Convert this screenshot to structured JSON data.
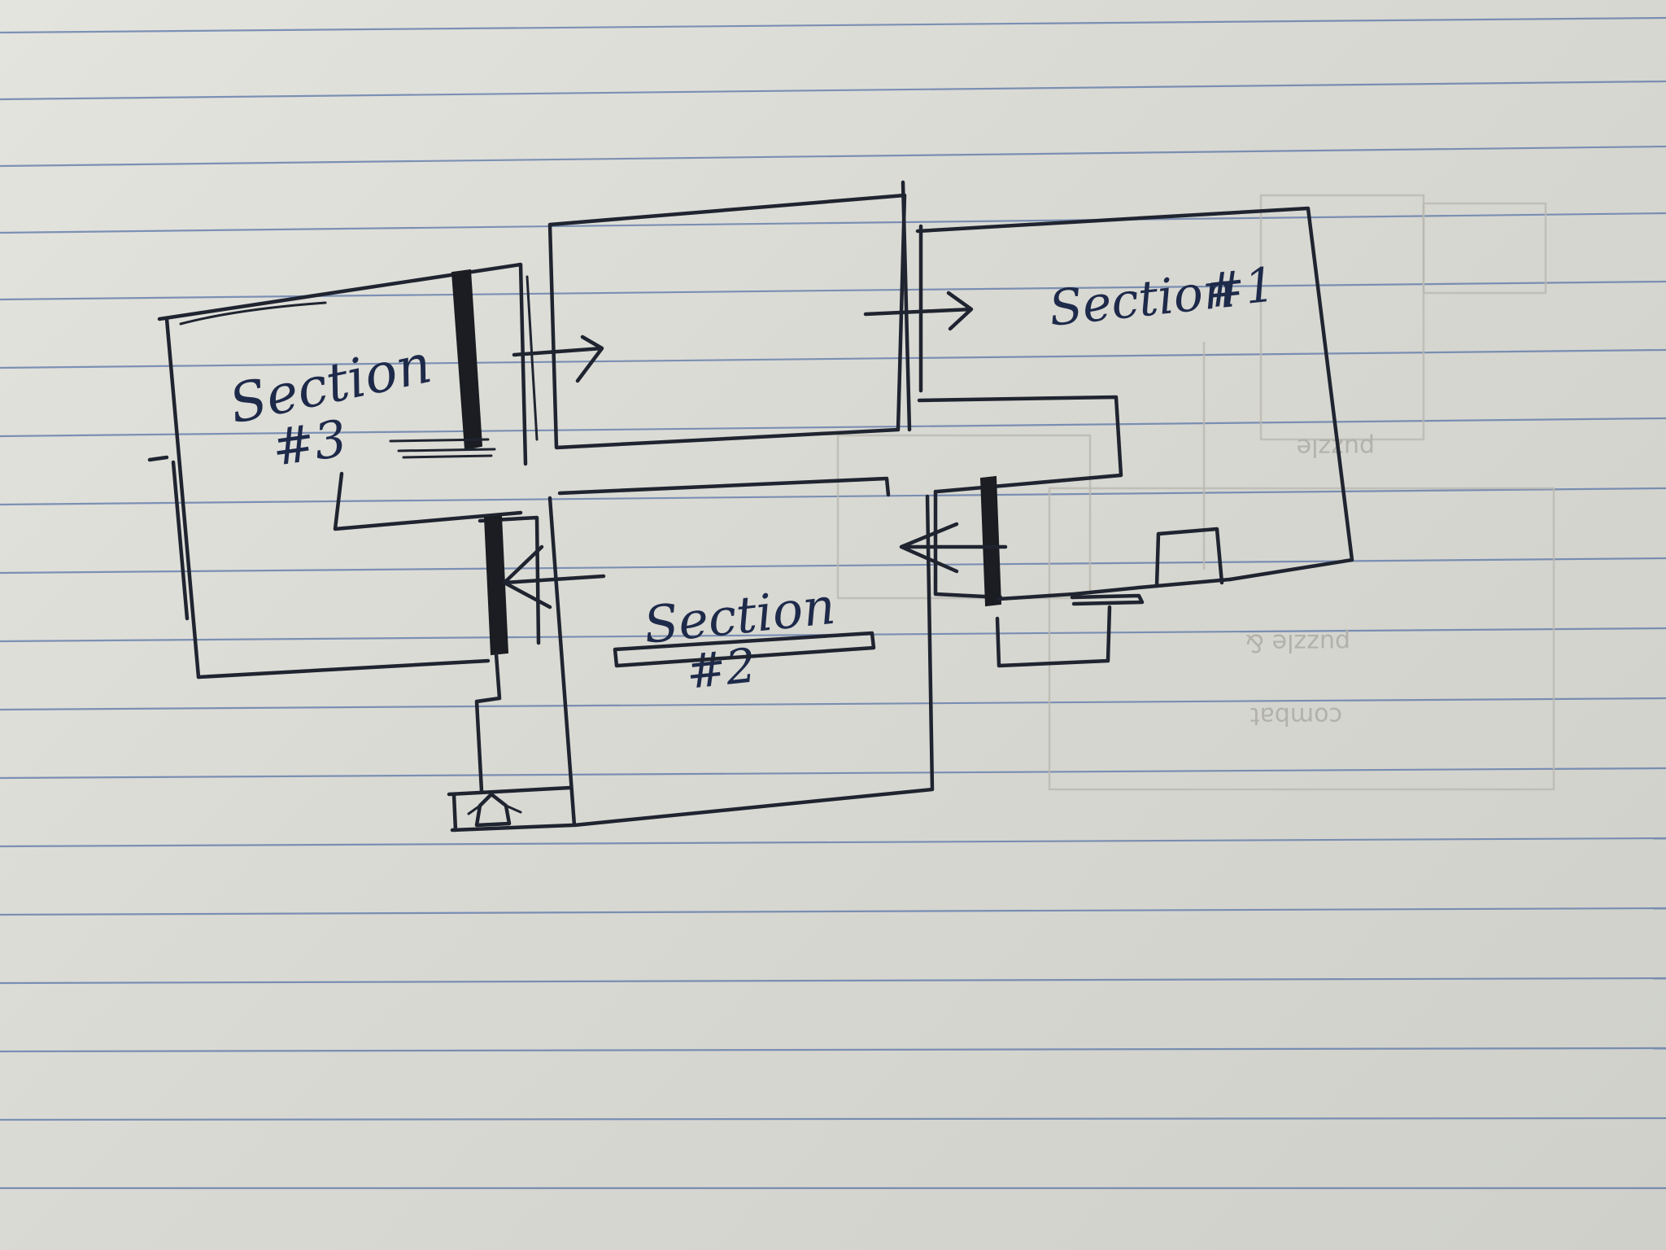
{
  "sections": [
    {
      "id": "section-1",
      "title": "Section",
      "number": "#1"
    },
    {
      "id": "section-2",
      "title": "Section",
      "number": "#2"
    },
    {
      "id": "section-3",
      "title": "Section",
      "number": "#3"
    }
  ],
  "background_notes": {
    "puzzle_a": "puzzle",
    "puzzle_b": "puzzle &",
    "combat": "combat"
  },
  "colors": {
    "ink": "#1f2430",
    "ruled_line": "#5b76a8",
    "paper": "#dcdcd6"
  }
}
